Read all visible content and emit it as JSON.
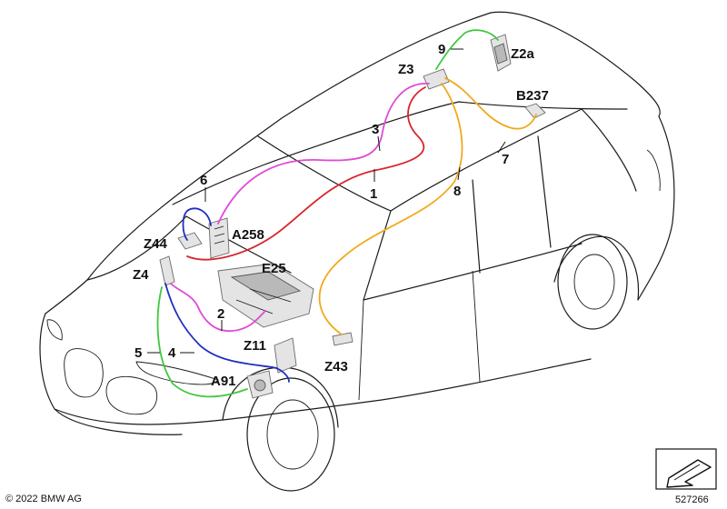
{
  "colors": {
    "red": "#d8262b",
    "magenta": "#e04ad6",
    "blue": "#1f2fbf",
    "green": "#3ec83e",
    "orange": "#f2a81d"
  },
  "labels": {
    "z2a": "Z2a",
    "n9": "9",
    "z3": "Z3",
    "b237": "B237",
    "n3": "3",
    "n7": "7",
    "n1": "1",
    "n8": "8",
    "n6": "6",
    "a258": "A258",
    "z44": "Z44",
    "e25": "E25",
    "z4": "Z4",
    "n2": "2",
    "n5": "5",
    "n4": "4",
    "z11": "Z11",
    "z43": "Z43",
    "a91": "A91"
  },
  "footer": {
    "copyright": "© 2022 BMW AG",
    "image_number": "527266"
  }
}
